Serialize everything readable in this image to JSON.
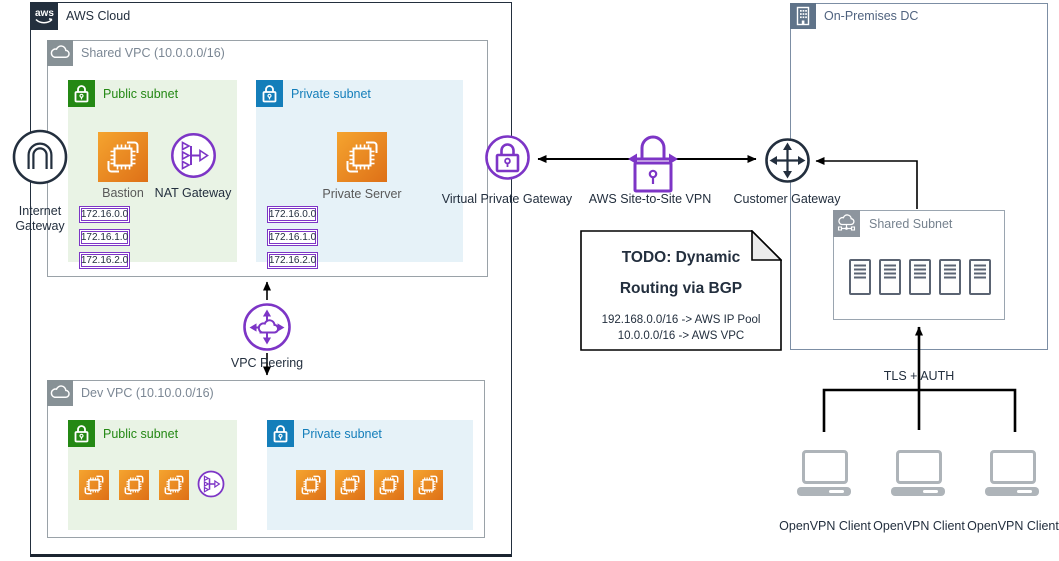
{
  "colors": {
    "navy": "#232F3E",
    "purple": "#7D35C6",
    "green": "#248814",
    "blue": "#147EBA",
    "orange": "#EC8426",
    "gray": "#879196",
    "slate": "#5F7389",
    "public_subnet_bg": "#E9F3E5",
    "private_subnet_bg": "#E6F2F8"
  },
  "icons": {
    "aws-logo-icon": "aws smile logo",
    "cloud-icon": "vpc cloud",
    "lock-icon": "subnet padlock",
    "internet-gateway-icon": "ring with inverted-U",
    "nat-gateway-icon": "fan-in arrow circle",
    "virtual-private-gateway-icon": "padlock in circle",
    "site-to-site-vpn-icon": "padlock with double arrow",
    "customer-gateway-icon": "cross arrows circle",
    "vpc-peering-icon": "cloud with four arrows",
    "ec2-icon": "chip on orange square",
    "server-icon": "rack server",
    "laptop-icon": "client computer",
    "building-icon": "on-premises building",
    "subnet-network-icon": "cloud over network nodes"
  },
  "aws_cloud": {
    "title": "AWS Cloud",
    "shared_vpc": {
      "title": "Shared VPC (10.0.0.0/16)",
      "public_subnet": {
        "title": "Public subnet",
        "bastion_label": "Bastion",
        "nat_gateway_label": "NAT Gateway",
        "route_ips": [
          "172.16.0.0",
          "172.16.1.0",
          "172.16.2.0"
        ]
      },
      "private_subnet": {
        "title": "Private subnet",
        "server_label": "Private Server",
        "route_ips": [
          "172.16.0.0",
          "172.16.1.0",
          "172.16.2.0"
        ]
      }
    },
    "dev_vpc": {
      "title": "Dev VPC (10.10.0.0/16)",
      "public_subnet": {
        "title": "Public subnet",
        "ec2_count": 3,
        "has_nat_gateway": true
      },
      "private_subnet": {
        "title": "Private subnet",
        "ec2_count": 4
      }
    }
  },
  "gateways": {
    "internet_gateway": {
      "label_line1": "Internet",
      "label_line2": "Gateway"
    },
    "virtual_private_gateway": {
      "label": "Virtual Private Gateway"
    },
    "site_to_site_vpn": {
      "label": "AWS Site-to-Site VPN"
    },
    "customer_gateway": {
      "label": "Customer Gateway"
    },
    "vpc_peering": {
      "label": "VPC Peering"
    }
  },
  "note": {
    "title_line1": "TODO: Dynamic",
    "title_line2": "Routing via BGP",
    "body_line1": "192.168.0.0/16 -> AWS IP Pool",
    "body_line2": "10.0.0.0/16 -> AWS VPC"
  },
  "on_premises": {
    "title": "On-Premises DC",
    "shared_subnet": {
      "title": "Shared Subnet",
      "server_count": 5
    },
    "tls_label": "TLS + AUTH",
    "clients": [
      {
        "label": "OpenVPN Client"
      },
      {
        "label": "OpenVPN Client"
      },
      {
        "label": "OpenVPN Client"
      }
    ]
  }
}
